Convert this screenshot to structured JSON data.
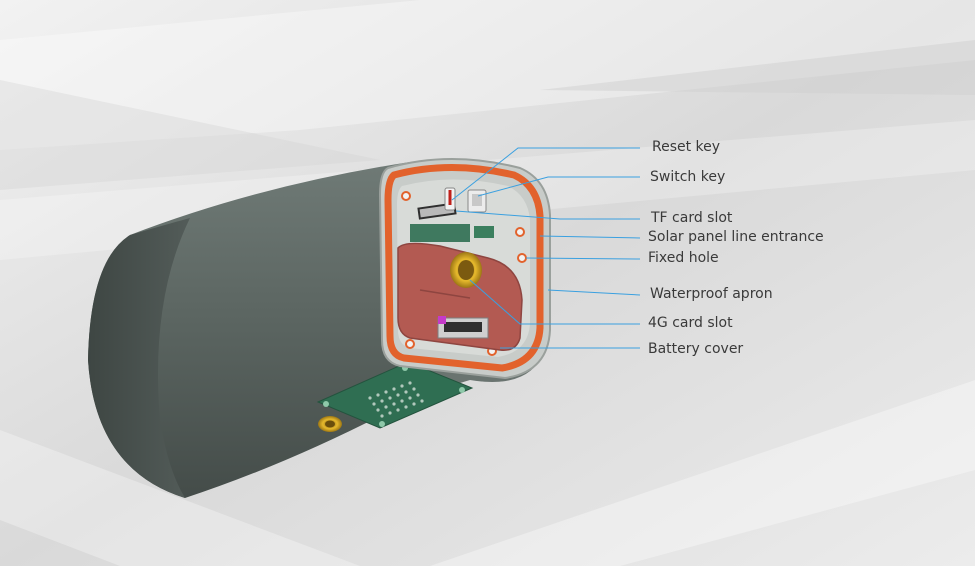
{
  "diagram": {
    "device": "camera-body",
    "colors": {
      "leader_line": "#3aa0e0",
      "gasket": "#e2622c",
      "battery_cover": "#b35a52",
      "housing": "#5d6763",
      "pcb": "#2f6e52",
      "connector": "#c9a020",
      "background": "#e4e4e4"
    },
    "callouts": [
      {
        "id": "reset-key",
        "label": "Reset key"
      },
      {
        "id": "switch-key",
        "label": "Switch key"
      },
      {
        "id": "tf-card-slot",
        "label": "TF card slot"
      },
      {
        "id": "solar-panel-line-entrance",
        "label": "Solar panel line entrance"
      },
      {
        "id": "fixed-hole",
        "label": "Fixed hole"
      },
      {
        "id": "waterproof-apron",
        "label": "Waterproof apron"
      },
      {
        "id": "4g-card-slot",
        "label": "4G card slot"
      },
      {
        "id": "battery-cover",
        "label": "Battery cover"
      }
    ]
  }
}
